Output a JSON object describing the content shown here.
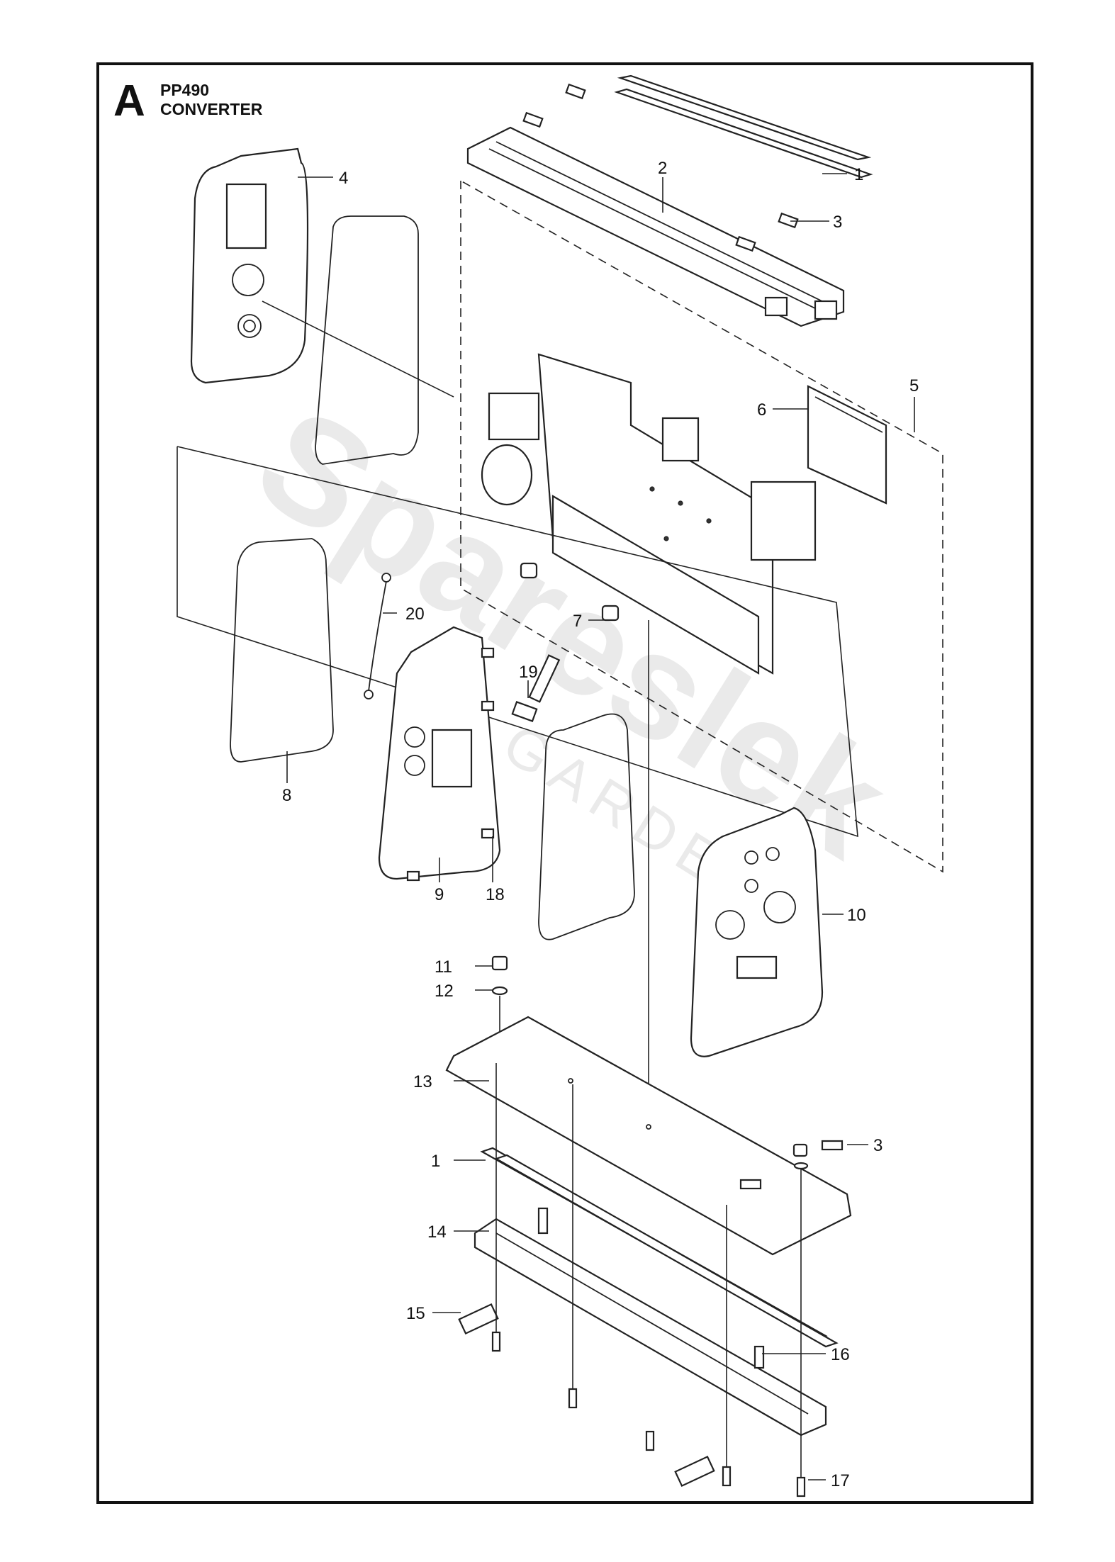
{
  "header": {
    "section_letter": "A",
    "model": "PP490",
    "assembly": "CONVERTER"
  },
  "watermark": {
    "brand": "Spareslek",
    "sub": "GARDEN"
  },
  "callouts": [
    "1",
    "2",
    "3",
    "4",
    "5",
    "6",
    "7",
    "8",
    "9",
    "10",
    "11",
    "12",
    "13",
    "14",
    "15",
    "16",
    "17",
    "18",
    "19",
    "20",
    "3",
    "1"
  ],
  "diagram": {
    "type": "exploded-parts-view",
    "components": [
      "top-strip",
      "top-rail",
      "screws",
      "front-panel",
      "inner-frame-dashed",
      "circuit-board",
      "converter-unit",
      "foot",
      "gasket",
      "mid-panel",
      "rear-panel",
      "nut",
      "washer",
      "base-plate",
      "bottom-strip",
      "bottom-rail",
      "pin",
      "bolt",
      "ground-cable",
      "connector"
    ]
  },
  "colors": {
    "line": "#222222",
    "frame": "#111111",
    "watermark": "#d9d9d9",
    "background": "#ffffff"
  }
}
